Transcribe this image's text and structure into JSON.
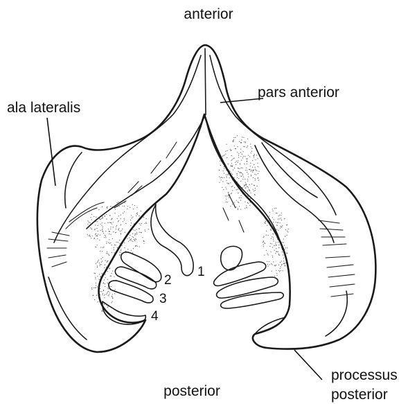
{
  "labels": {
    "anterior": "anterior",
    "pars_anterior": "pars anterior",
    "ala_lateralis": "ala lateralis",
    "posterior": "posterior",
    "processus_line1": "processus",
    "processus_line2": "posterior"
  },
  "lobe_numbers": [
    "1",
    "2",
    "3",
    "4"
  ],
  "colors": {
    "line": "#1a1a1a",
    "background": "#ffffff"
  }
}
